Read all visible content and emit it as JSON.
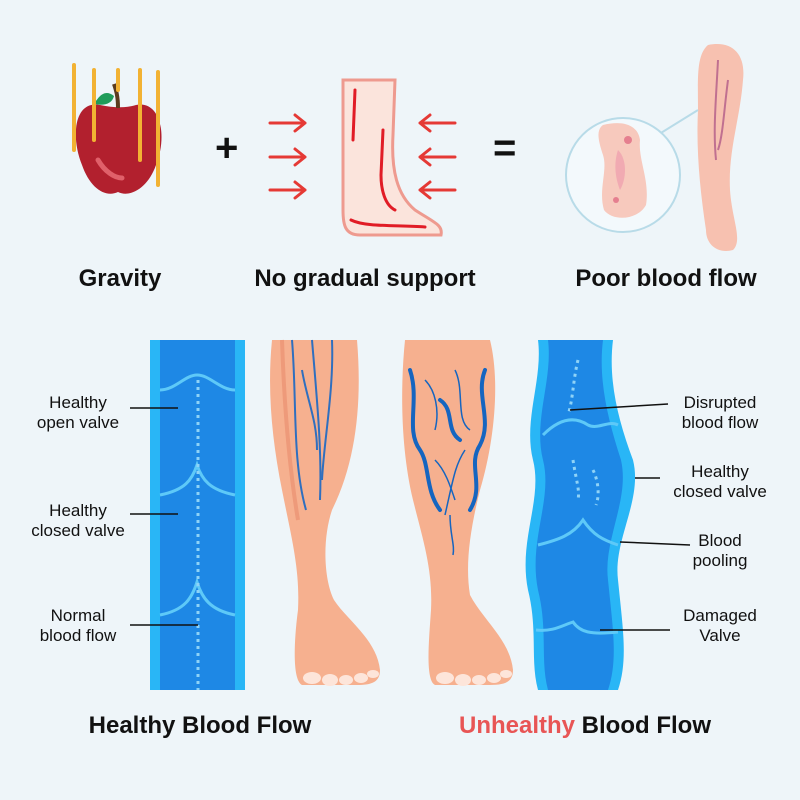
{
  "top": {
    "gravity_label": "Gravity",
    "support_label": "No gradual support",
    "flow_label": "Poor blood flow",
    "plus": "+",
    "equals": "="
  },
  "healthy": {
    "labels": [
      {
        "line1": "Healthy",
        "line2": "open valve"
      },
      {
        "line1": "Healthy",
        "line2": "closed valve"
      },
      {
        "line1": "Normal",
        "line2": "blood flow"
      }
    ],
    "caption": "Healthy Blood Flow"
  },
  "unhealthy": {
    "labels": [
      {
        "line1": "Disrupted",
        "line2": "blood flow"
      },
      {
        "line1": "Healthy",
        "line2": "closed valve"
      },
      {
        "line1": "Blood",
        "line2": "pooling"
      },
      {
        "line1": "Damaged",
        "line2": "Valve"
      }
    ],
    "caption_highlight": "Unhealthy",
    "caption_rest": " Blood Flow"
  },
  "colors": {
    "vein_blue": "#1e9be0",
    "vein_light": "#29b6f6",
    "highlight_red": "#e85555",
    "skin": "#f6b08f",
    "arrow_red": "#e53935"
  }
}
